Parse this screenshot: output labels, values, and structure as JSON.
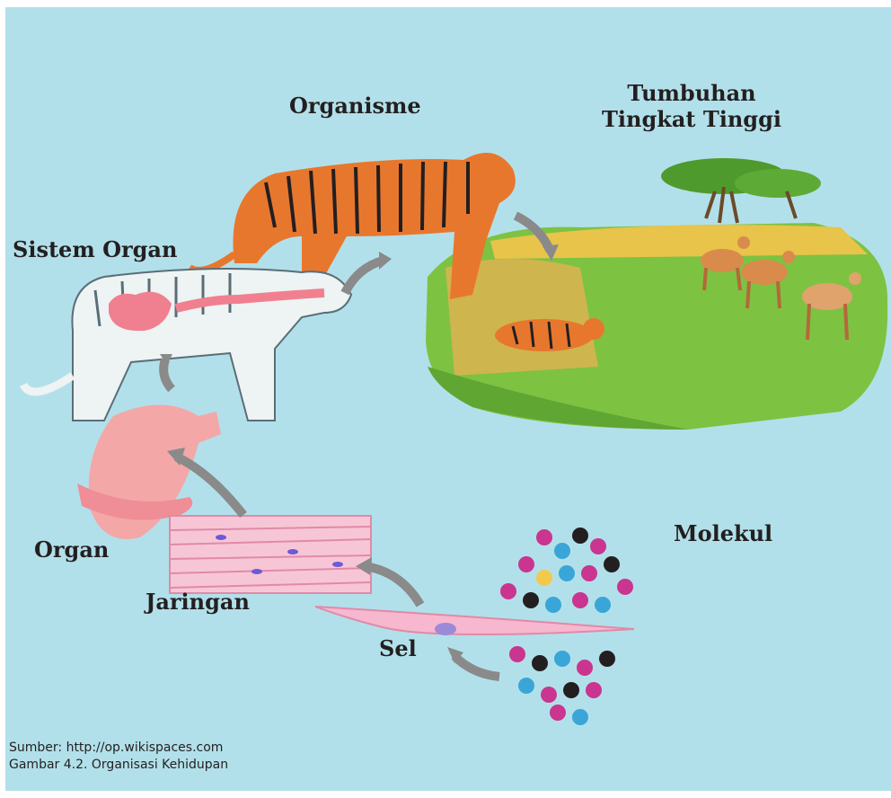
{
  "labels": {
    "organisme": "Organisme",
    "tumbuhan_line1": "Tumbuhan",
    "tumbuhan_line2": "Tingkat Tinggi",
    "sistem_organ": "Sistem Organ",
    "organ": "Organ",
    "jaringan": "Jaringan",
    "sel": "Sel",
    "molekul": "Molekul"
  },
  "caption": {
    "source": "Sumber: http://op.wikispaces.com",
    "figure": "Gambar 4.2.  Organisasi Kehidupan"
  },
  "colors": {
    "background": "#b2e0ea",
    "arrow": "#8a8a8a",
    "tiger": "#e8772e",
    "grass": "#7ec242",
    "tissue": "#f7c6d6",
    "molecule_magenta": "#c9358f",
    "molecule_cyan": "#3aa6d8"
  },
  "icons": [
    "tiger-organism-illustration",
    "tiger-organ-system-illustration",
    "stomach-organ-illustration",
    "muscle-tissue-illustration",
    "muscle-cell-illustration",
    "dna-molecule-illustration",
    "savanna-ecosystem-illustration",
    "deer-illustration",
    "acacia-tree-illustration"
  ]
}
